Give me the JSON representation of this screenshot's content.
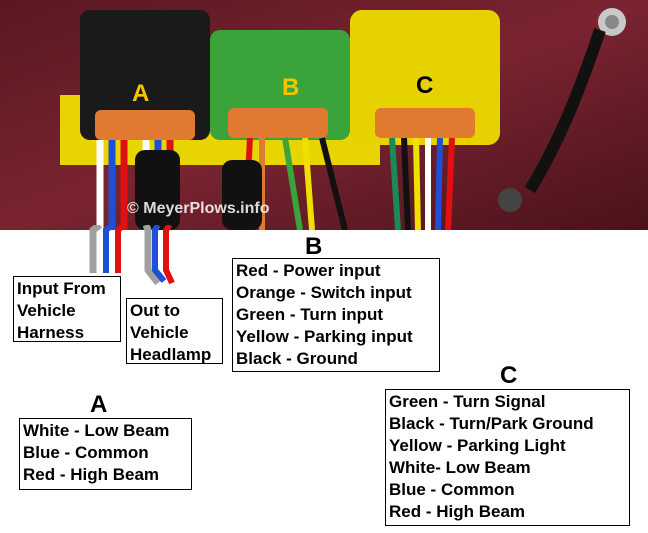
{
  "photo": {
    "connector_labels": [
      "A",
      "B",
      "C"
    ],
    "watermark": "© MeyerPlows.info"
  },
  "callouts": {
    "input_from_vehicle": [
      "Input From",
      "Vehicle",
      "Harness"
    ],
    "out_to_vehicle": [
      "Out to",
      "Vehicle",
      "Headlamp"
    ]
  },
  "legend_a": {
    "heading": "A",
    "lines": [
      "White - Low Beam",
      "Blue - Common",
      "Red - High Beam"
    ]
  },
  "legend_b": {
    "heading": "B",
    "lines": [
      "Red - Power input",
      "Orange - Switch input",
      "Green - Turn input",
      "Yellow - Parking input",
      "Black - Ground"
    ]
  },
  "legend_c": {
    "heading": "C",
    "lines": [
      "Green - Turn Signal",
      "Black - Turn/Park Ground",
      "Yellow - Parking Light",
      "White- Low Beam",
      "Blue - Common",
      "Red - High Beam"
    ]
  },
  "colors": {
    "label_a": "#f5c400",
    "label_b": "#f5c400",
    "label_c": "#000000",
    "wire_red": "#e01010",
    "wire_blue": "#1f4fd6",
    "wire_white": "#ffffff",
    "wire_gray": "#a0a0a0"
  }
}
